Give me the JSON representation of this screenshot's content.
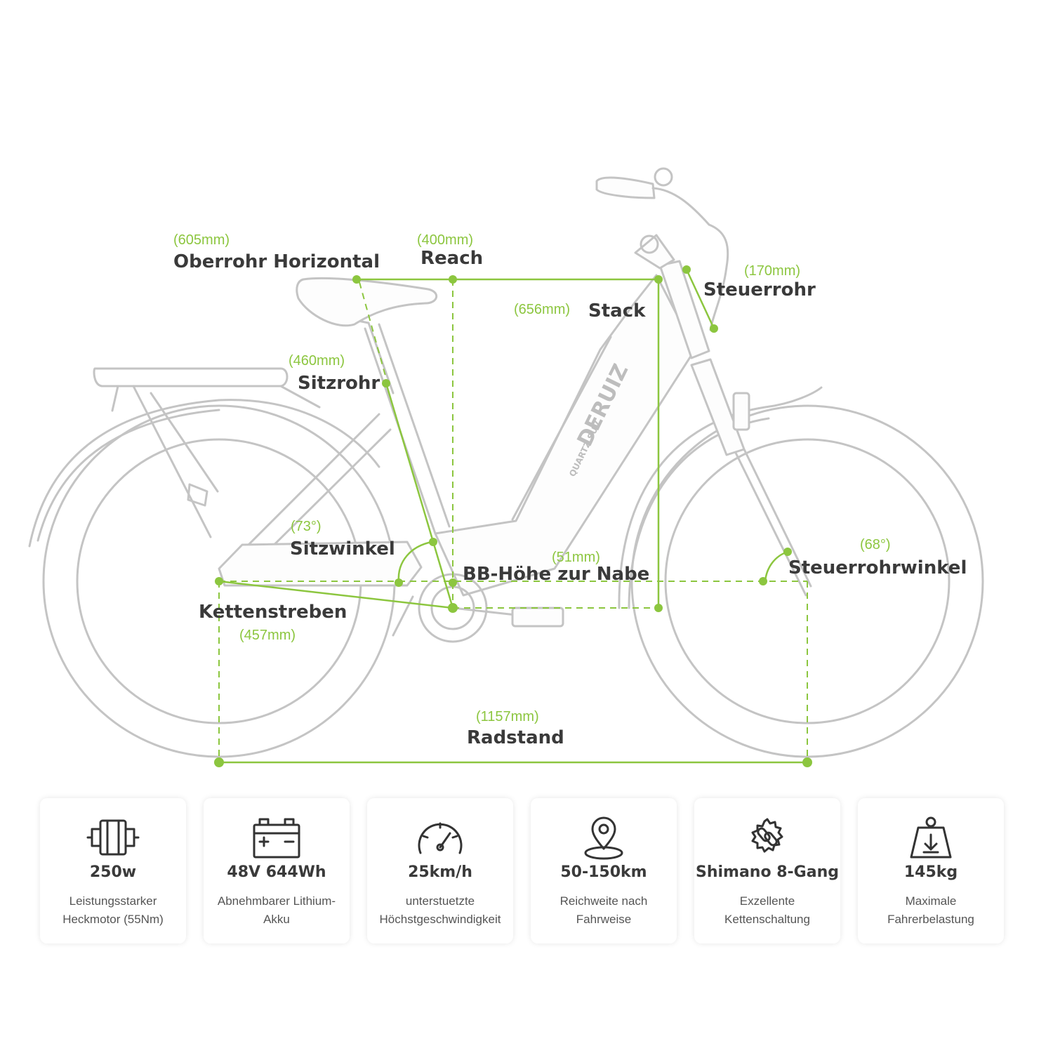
{
  "geometry": {
    "top_tube": {
      "label": "Oberrohr Horizontal",
      "value": "(605mm)"
    },
    "reach": {
      "label": "Reach",
      "value": "(400mm)"
    },
    "head_tube": {
      "label": "Steuerrohr",
      "value": "(170mm)"
    },
    "stack": {
      "label": "Stack",
      "value": "(656mm)"
    },
    "seat_tube": {
      "label": "Sitzrohr",
      "value": "(460mm)"
    },
    "seat_angle": {
      "label": "Sitzwinkel",
      "value": "(73°)"
    },
    "bb_height": {
      "label": "BB-Höhe zur Nabe",
      "value": "(51mm)"
    },
    "head_angle": {
      "label": "Steuerrohrwinkel",
      "value": "(68°)"
    },
    "chainstays": {
      "label": "Kettenstreben",
      "value": "(457mm)"
    },
    "wheelbase": {
      "label": "Radstand",
      "value": "(1157mm)"
    }
  },
  "frame_branding": {
    "model": "QUARTZ SUV",
    "brand": "DERUIZ"
  },
  "accent_color": "#8cc63f",
  "specs": [
    {
      "icon": "motor-icon",
      "value": "250w",
      "line1": "Leistungsstarker",
      "line2": "Heckmotor (55Nm)"
    },
    {
      "icon": "battery-icon",
      "value": "48V 644Wh",
      "line1": "Abnehmbarer Lithium-",
      "line2": "Akku"
    },
    {
      "icon": "speedometer-icon",
      "value": "25km/h",
      "line1": "unterstuetzte",
      "line2": "Höchstgeschwindigkeit"
    },
    {
      "icon": "location-pin-icon",
      "value": "50-150km",
      "line1": "Reichweite nach",
      "line2": "Fahrweise"
    },
    {
      "icon": "chain-gear-icon",
      "value": "Shimano 8-Gang",
      "line1": "Exzellente",
      "line2": "Kettenschaltung"
    },
    {
      "icon": "weight-icon",
      "value": "145kg",
      "line1": "Maximale",
      "line2": "Fahrerbelastung"
    }
  ]
}
